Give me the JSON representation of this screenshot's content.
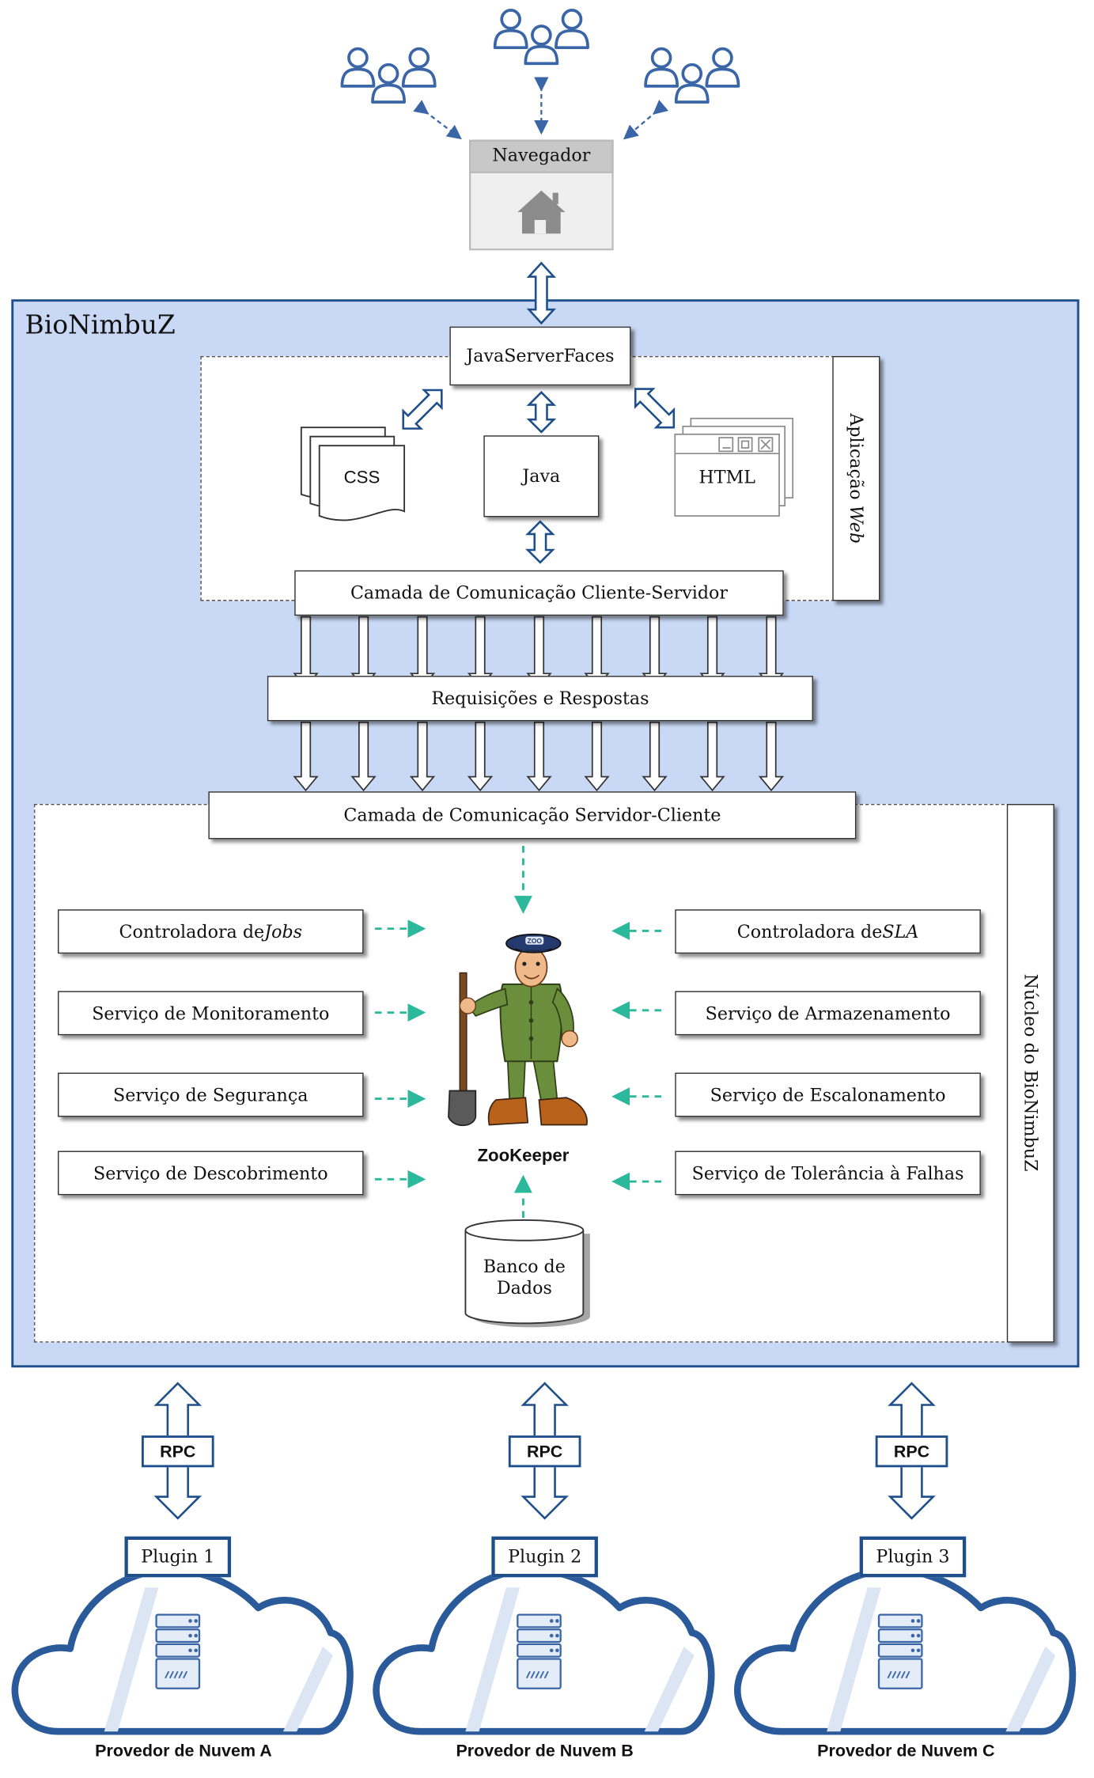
{
  "browser": {
    "title": "Navegador"
  },
  "bionimbuz": {
    "title": "BioNimbuZ"
  },
  "web_app": {
    "side_label_prefix": "Aplicação ",
    "side_label_italic": "Web",
    "jsf": "JavaServerFaces",
    "css": "CSS",
    "java": "Java",
    "html": "HTML",
    "client_server_layer": "Camada de Comunicação Cliente-Servidor"
  },
  "requests_responses": "Requisições e Respostas",
  "core": {
    "side_label": "Núcleo do BioNimbuZ",
    "server_client_layer": "Camada de Comunicação Servidor-Cliente",
    "zookeeper": "ZooKeeper",
    "database": "Banco de Dados",
    "left_services": [
      {
        "text": "Controladora de ",
        "italic": "Jobs"
      },
      {
        "text": "Serviço de Monitoramento",
        "italic": ""
      },
      {
        "text": "Serviço de Segurança",
        "italic": ""
      },
      {
        "text": "Serviço de Descobrimento",
        "italic": ""
      }
    ],
    "right_services": [
      {
        "text": "Controladora de ",
        "italic": "SLA"
      },
      {
        "text": "Serviço de Armazenamento",
        "italic": ""
      },
      {
        "text": "Serviço de Escalonamento",
        "italic": ""
      },
      {
        "text": "Serviço de Tolerância à Falhas",
        "italic": ""
      }
    ]
  },
  "clouds": [
    {
      "plugin": "Plugin 1",
      "rpc": "RPC",
      "provider": "Provedor de Nuvem A"
    },
    {
      "plugin": "Plugin 2",
      "rpc": "RPC",
      "provider": "Provedor de Nuvem B"
    },
    {
      "plugin": "Plugin 3",
      "rpc": "RPC",
      "provider": "Provedor de Nuvem C"
    }
  ],
  "colors": {
    "panel_fill": "#c9d9f5",
    "panel_border": "#1f4f8a",
    "user_icon": "#3a66a8",
    "dashed_arrow": "#2cb89a",
    "cloud_border": "#2a5a9a"
  },
  "icons": [
    "users-icon",
    "home-icon",
    "document-stack-icon",
    "window-stack-icon",
    "zookeeper-mascot-icon",
    "database-icon",
    "server-icon",
    "cloud-icon"
  ]
}
